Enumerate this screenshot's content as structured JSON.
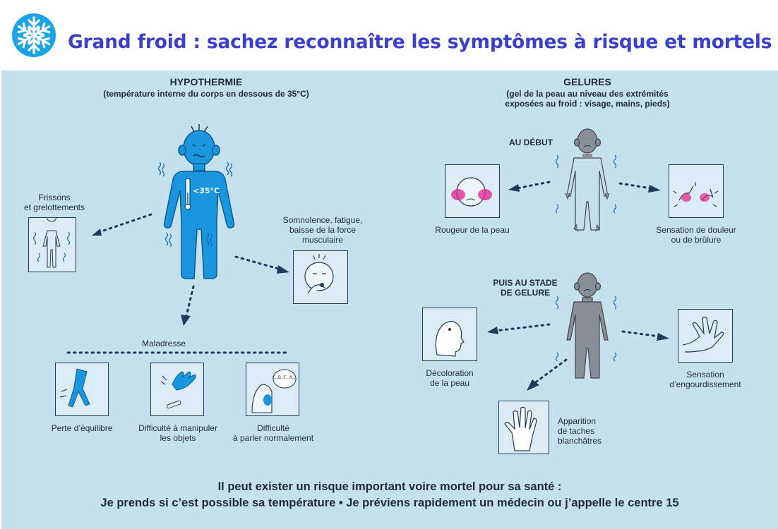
{
  "header": {
    "title": "Grand froid : sachez reconnaître les symptômes à risque et mortels",
    "icon": "snowflake-icon"
  },
  "hypothermie": {
    "title": "HYPOTHERMIE",
    "subtitle": "(température interne du corps en dessous de 35°C)",
    "thermometer_label": "<35°C",
    "symptoms": {
      "frissons": [
        "Frissons",
        "et grelottements"
      ],
      "somnolence": [
        "Somnolence, fatigue,",
        "baisse de la force",
        "musculaire"
      ],
      "maladresse": "Maladresse",
      "equilibre": "Perte d’équilibre",
      "manipuler": [
        "Difficulté à manipuler",
        "les objets"
      ],
      "parler": [
        "Difficulté",
        "à parler normalement"
      ],
      "speech_bubble": "C..B..F...N..."
    }
  },
  "gelures": {
    "title": "GELURES",
    "subtitle": [
      "(gel de la peau au niveau des extrémités",
      "exposées au froid : visage, mains, pieds)"
    ],
    "stage1": {
      "label": "AU DÉBUT",
      "rougeur": "Rougeur de la peau",
      "douleur": [
        "Sensation de douleur",
        "ou de brûlure"
      ]
    },
    "stage2": {
      "label": [
        "PUIS AU STADE",
        "DE GELURE"
      ],
      "decoloration": [
        "Décoloration",
        "de la peau"
      ],
      "engourdissement": [
        "Sensation",
        "d’engourdissement"
      ],
      "taches": [
        "Apparition",
        "de taches",
        "blanchâtres"
      ]
    }
  },
  "footer": {
    "line1": "Il peut exister un risque important voire mortel pour sa santé :",
    "line2": "Je prends si c’est possible sa température • Je préviens rapidement un médecin ou j’appelle le centre 15"
  },
  "colors": {
    "title": "#3a3fcc",
    "background": "#c6e1ee",
    "figure_blue": "#1a96de",
    "figure_grey": "#8a8f96",
    "outline": "#1d3b5a",
    "redness": "#e0208c"
  }
}
